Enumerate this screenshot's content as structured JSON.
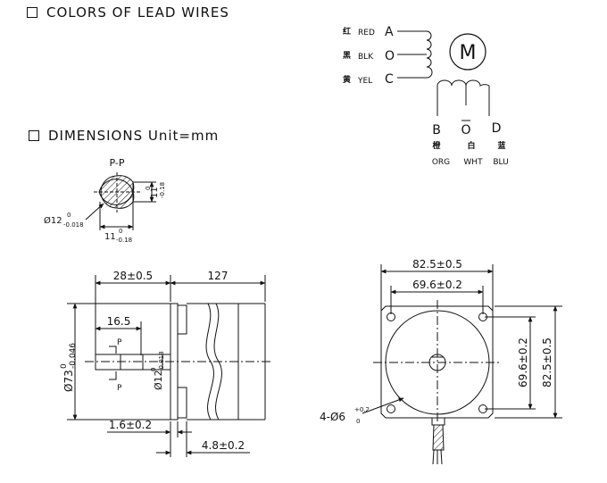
{
  "headings": {
    "colors": "COLORS OF LEAD WIRES",
    "dimensions": "DIMENSIONS Unit=mm"
  },
  "wiring": {
    "motor_symbol": "M",
    "leads_left": [
      {
        "cn": "红",
        "color": "RED",
        "terminal": "A"
      },
      {
        "cn": "黑",
        "color": "BLK",
        "terminal": "O"
      },
      {
        "cn": "黄",
        "color": "YEL",
        "terminal": "C"
      }
    ],
    "leads_bottom": [
      {
        "terminal": "B",
        "cn": "橙",
        "color": "ORG"
      },
      {
        "terminal": "O",
        "cn": "白",
        "color": "WHT"
      },
      {
        "terminal": "D",
        "cn": "蓝",
        "color": "BLU"
      }
    ]
  },
  "section": {
    "label": "P-P",
    "dia_main": "Ø12",
    "dia_tol_upper": "0",
    "dia_tol_lower": "-0.018",
    "flat_main": "11",
    "flat_tol_upper": "0",
    "flat_tol_lower": "-0.18"
  },
  "side_view": {
    "dim_shaft_len": "28±0.5",
    "dim_body_len": "127",
    "dim_16_5": "16.5",
    "dim_1_6": "1.6±0.2",
    "dim_4_8": "4.8±0.2",
    "dia_73": "Ø73",
    "dia_73_upper": "0",
    "dia_73_lower": "-0.046",
    "dia_12": "Ø12",
    "dia_12_upper": "0",
    "dia_12_lower": "-0.018",
    "p_mark": "P"
  },
  "front_view": {
    "dim_82_5_h": "82.5±0.5",
    "dim_69_6_h": "69.6±0.2",
    "dim_69_6_v": "69.6±0.2",
    "dim_82_5_v": "82.5±0.5",
    "hole_label": "4-Ø6",
    "hole_tol_upper": "+0.2",
    "hole_tol_lower": "0"
  }
}
